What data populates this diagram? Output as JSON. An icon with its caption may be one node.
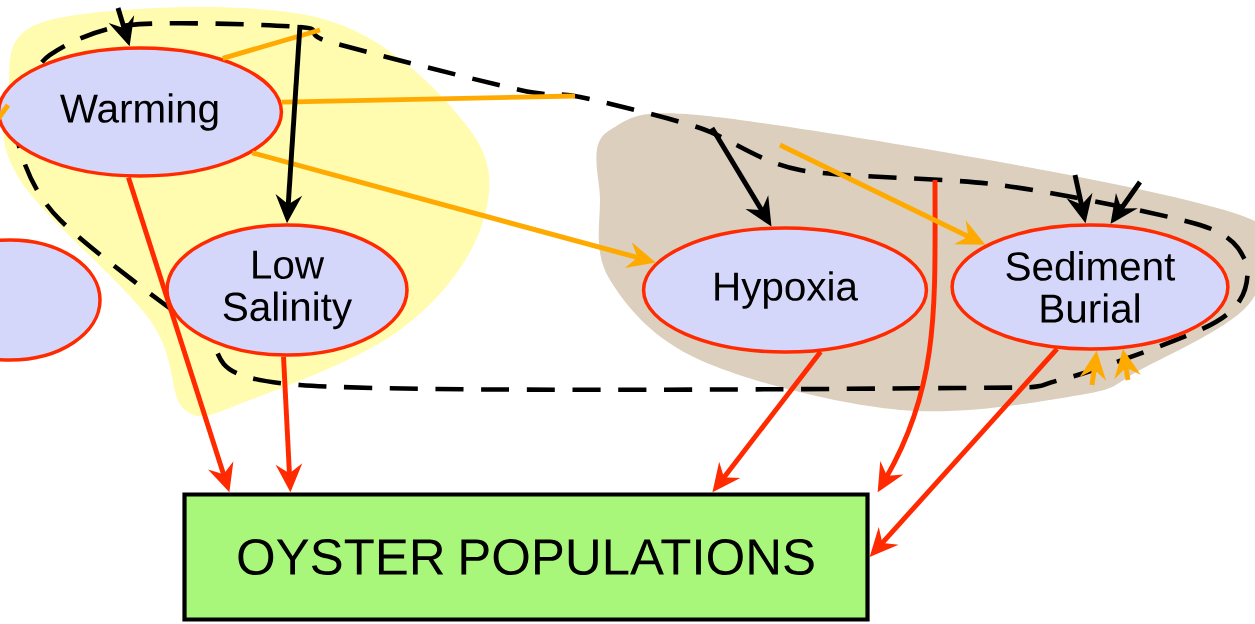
{
  "diagram": {
    "nodes": [
      {
        "text": [
          "Warming"
        ]
      },
      {
        "text": [
          "Low Salinity"
        ]
      },
      {
        "text": [
          "Hypoxia"
        ]
      },
      {
        "text": [
          "Sediment Burial"
        ]
      },
      {
        "text": [
          "OYSTER POPULATIONS"
        ]
      },
      {
        "text": [],
        "shape": "ellipse"
      }
    ],
    "edges": [
      {
        "from": 0,
        "to": 4,
        "arrow": "to",
        "color": "#ff2a00"
      },
      {
        "from": 1,
        "to": 4,
        "arrow": "to",
        "color": "#ff2a00"
      },
      {
        "from": 2,
        "to": 4,
        "arrow": "to",
        "color": "#ff2a00"
      },
      {
        "from": 3,
        "to": 4,
        "arrow": "to",
        "color": "#ff2a00"
      },
      {
        "from": null,
        "to": 4,
        "arrow": "to",
        "color": "#ff2a00"
      },
      {
        "from": 0,
        "to": 2,
        "arrow": "to"
      },
      {
        "from": null,
        "to": 3,
        "arrow": "to"
      },
      {
        "from": 0,
        "to": null,
        "arrow": "none"
      },
      {
        "from": 0,
        "to": null,
        "arrow": "none"
      },
      {
        "from": null,
        "to": 0,
        "arrow": "none"
      },
      {
        "from": null,
        "to": 1,
        "arrow": "to",
        "color": "#000000"
      },
      {
        "from": null,
        "to": 0,
        "arrow": "to",
        "color": "#000000"
      },
      {
        "from": null,
        "to": 2,
        "arrow": "to",
        "color": "#000000"
      },
      {
        "from": null,
        "to": 3,
        "arrow": "to",
        "color": "#000000"
      },
      {
        "from": null,
        "to": 3,
        "arrow": "to",
        "color": "#000000"
      },
      {
        "from": null,
        "to": 3,
        "arrow": "to"
      },
      {
        "from": null,
        "to": 3,
        "arrow": "to"
      }
    ]
  }
}
